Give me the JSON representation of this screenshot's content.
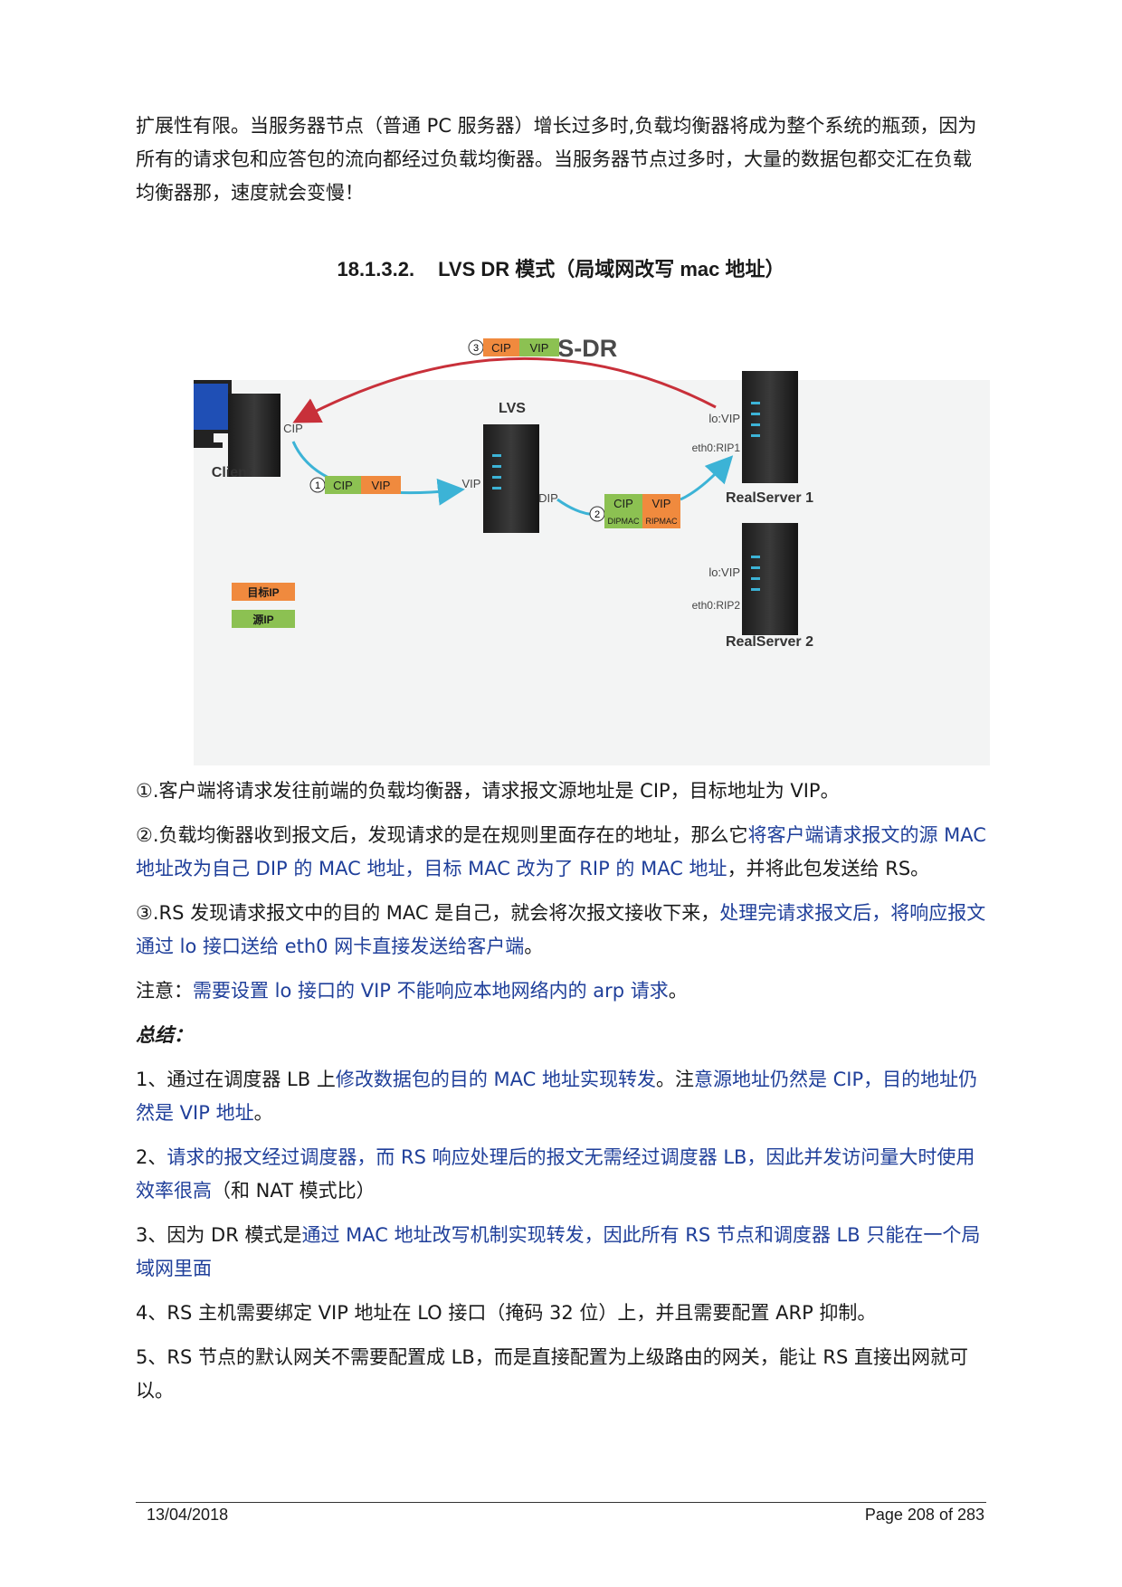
{
  "intro": "扩展性有限。当服务器节点（普通 PC 服务器）增长过多时,负载均衡器将成为整个系统的瓶颈，因为所有的请求包和应答包的流向都经过负载均衡器。当服务器节点过多时，大量的数据包都交汇在负载均衡器那，速度就会变慢！",
  "heading": {
    "number": "18.1.3.2.",
    "title": "LVS DR 模式（局域网改写 mac 地址）"
  },
  "diagram": {
    "title": "LVS-DR",
    "client_label": "Client",
    "lvs_label": "LVS",
    "cip": "CIP",
    "vip": "VIP",
    "dip": "DIP",
    "dipmac": "DIPMAC",
    "ripmac": "RIPMAC",
    "step1": "1",
    "step2": "2",
    "step3": "3",
    "rs1_lo": "lo:VIP",
    "rs1_eth": "eth0:RIP1",
    "rs1_name": "RealServer  1",
    "rs2_lo": "lo:VIP",
    "rs2_eth": "eth0:RIP2",
    "rs2_name": "RealServer  2",
    "legend_target": "目标IP",
    "legend_source": "源IP",
    "colors": {
      "target": "#f08a3e",
      "source": "#8cc152",
      "return_arrow": "#c8303a",
      "forward_arrow": "#3cb3d6"
    }
  },
  "steps": {
    "s1": "①.客户端将请求发往前端的负载均衡器，请求报文源地址是 CIP，目标地址为 VIP。",
    "s2_plain": "②.负载均衡器收到报文后，发现请求的是在规则里面存在的地址，那么它",
    "s2_hl": "将客户端请求报文的源 MAC 地址改为自己 DIP 的 MAC 地址，目标 MAC 改为了 RIP 的 MAC 地址",
    "s2_tail": "，并将此包发送给 RS。",
    "s3_plain": "③.RS 发现请求报文中的目的 MAC 是自己，就会将次报文接收下来，",
    "s3_hl": "处理完请求报文后，将响应报文通过 lo 接口送给 eth0 网卡直接发送给客户端",
    "s3_tail": "。",
    "note_plain": "注意：",
    "note_hl": "需要设置 lo 接口的 VIP 不能响应本地网络内的 arp 请求",
    "note_tail": "。"
  },
  "summary": {
    "title": "总结：",
    "p1_a": "1、通过在调度器 LB 上",
    "p1_hl1": "修改数据包的目的 MAC 地址实现转发",
    "p1_b": "。注",
    "p1_hl2": "意源地址仍然是 CIP，目的地址仍然是 VIP 地址",
    "p1_c": "。",
    "p2_a": "2、",
    "p2_hl": "请求的报文经过调度器，而 RS 响应处理后的报文无需经过调度器 LB，因此并发访问量大时使用效率很高",
    "p2_b": "（和 NAT 模式比）",
    "p3_a": "3、因为 DR 模式是",
    "p3_hl": "通过 MAC 地址改写机制实现转发，因此所有 RS 节点和调度器 LB 只能在一个局域网里面",
    "p4": "4、RS 主机需要绑定 VIP 地址在 LO 接口（掩码 32 位）上，并且需要配置 ARP 抑制。",
    "p5": "5、RS 节点的默认网关不需要配置成 LB，而是直接配置为上级路由的网关，能让 RS 直接出网就可以。"
  },
  "footer": {
    "date": "13/04/2018",
    "page": "Page 208 of 283"
  }
}
